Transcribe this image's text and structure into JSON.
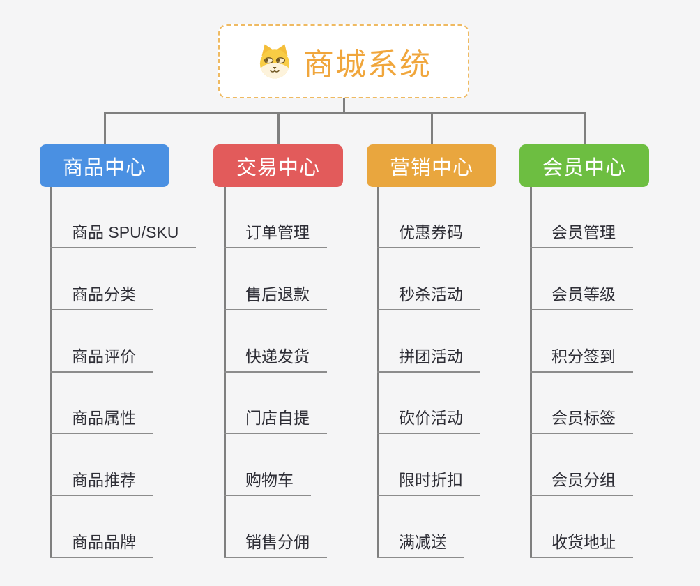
{
  "root": {
    "title": "商城系统",
    "icon": "dog-face-icon",
    "title_color": "#f0a63c",
    "border_color": "#efba62"
  },
  "connector_color": "#7f7f7f",
  "underline_color": "#8c8c8c",
  "background_color": "#f5f5f6",
  "branches": [
    {
      "label": "商品中心",
      "color": "#4a90e2",
      "items": [
        "商品 SPU/SKU",
        "商品分类",
        "商品评价",
        "商品属性",
        "商品推荐",
        "商品品牌"
      ]
    },
    {
      "label": "交易中心",
      "color": "#e25b5b",
      "items": [
        "订单管理",
        "售后退款",
        "快递发货",
        "门店自提",
        "购物车",
        "销售分佣"
      ]
    },
    {
      "label": "营销中心",
      "color": "#e9a63e",
      "items": [
        "优惠券码",
        "秒杀活动",
        "拼团活动",
        "砍价活动",
        "限时折扣",
        "满减送"
      ]
    },
    {
      "label": "会员中心",
      "color": "#6dbe41",
      "items": [
        "会员管理",
        "会员等级",
        "积分签到",
        "会员标签",
        "会员分组",
        "收货地址"
      ]
    }
  ]
}
